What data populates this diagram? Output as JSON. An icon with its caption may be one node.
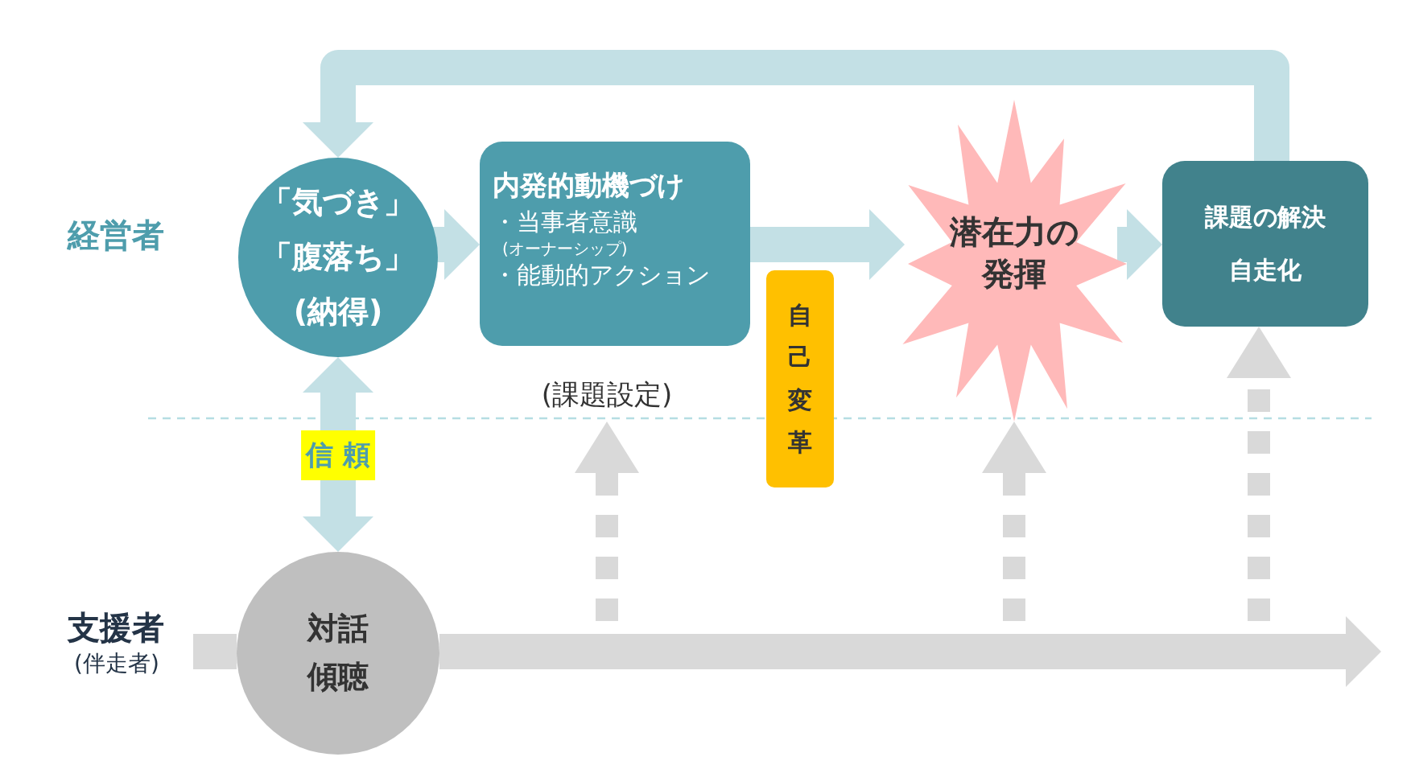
{
  "diagram": {
    "nodes": [
      {
        "text": [
          "「気づき」",
          "「腹落ち」",
          "(納得)"
        ]
      },
      {
        "text": [
          "内発的動機づけ",
          "・当事者意識",
          "(オーナーシップ)",
          "・能動的アクション"
        ]
      },
      {
        "text": [
          "(課題設定)"
        ]
      },
      {
        "text": [
          "自己変革"
        ]
      },
      {
        "text": [
          "潜在力の発揮"
        ]
      },
      {
        "text": [
          "課題の解決",
          "自走化"
        ]
      },
      {
        "text": [
          "対話",
          "傾聴"
        ]
      }
    ],
    "edges": [
      {
        "from": 0,
        "to": 1,
        "arrow": "to"
      },
      {
        "from": 1,
        "to": 4,
        "arrow": "to"
      },
      {
        "from": 4,
        "to": 5,
        "arrow": "to"
      },
      {
        "from": 5,
        "to": 0,
        "arrow": "to"
      },
      {
        "from": 6,
        "to": 0,
        "arrow": "both",
        "label": "信 頼"
      },
      {
        "from": null,
        "to": 6,
        "arrow": "none",
        "color": "#d9d9d9"
      },
      {
        "from": 6,
        "to": null,
        "arrow": "to",
        "color": "#d9d9d9"
      },
      {
        "from": null,
        "to": 2,
        "arrow": "to",
        "style": "dashed",
        "color": "#d9d9d9"
      },
      {
        "from": null,
        "to": 4,
        "arrow": "to",
        "style": "dashed",
        "color": "#d9d9d9"
      },
      {
        "from": null,
        "to": 5,
        "arrow": "to",
        "style": "dashed",
        "color": "#d9d9d9"
      }
    ],
    "labels": [
      "経営者",
      "支援者",
      "(伴走者)"
    ]
  }
}
